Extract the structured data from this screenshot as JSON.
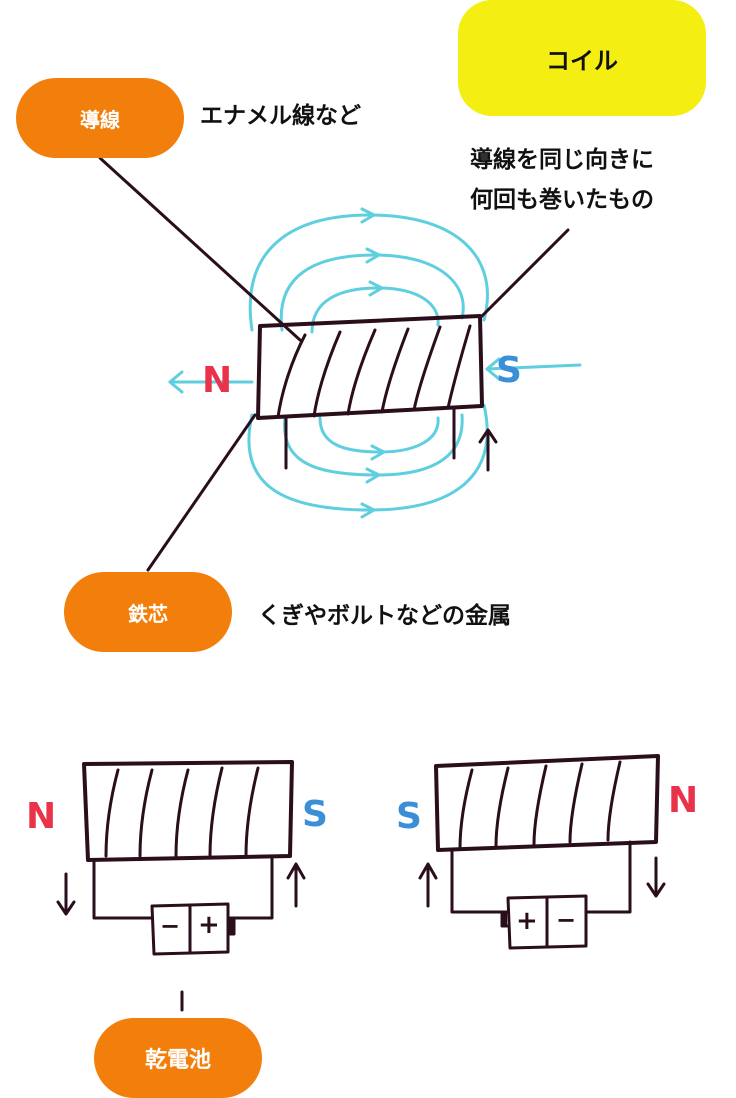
{
  "labels": {
    "wire": "導線",
    "wire_desc": "エナメル線など",
    "coil": "コイル",
    "coil_desc_1": "導線を同じ向きに",
    "coil_desc_2": "何回も巻いたもの",
    "core": "鉄芯",
    "core_desc": "くぎやボルトなどの金属",
    "battery": "乾電池"
  },
  "poles": {
    "top_left": "N",
    "top_right": "S",
    "bottom_a_left": "N",
    "bottom_a_right": "S",
    "bottom_b_left": "S",
    "bottom_b_right": "N"
  },
  "battery_signs": {
    "left_battery": [
      "−",
      "+"
    ],
    "right_battery": [
      "+",
      "−"
    ]
  },
  "colors": {
    "orange_pill": "#f27f0c",
    "yellow_pill": "#f4ee12",
    "north_red": "#e8334a",
    "south_blue": "#3a8fd6",
    "field_line": "#5fcfe0",
    "ink": "#2a0e1c"
  }
}
